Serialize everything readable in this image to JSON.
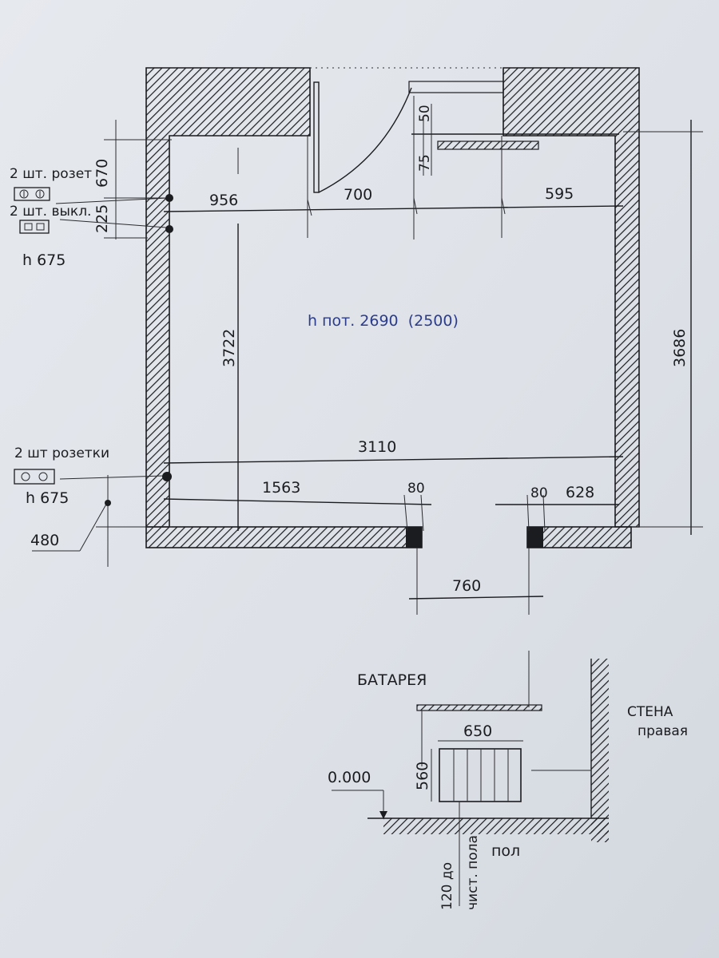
{
  "plan": {
    "left_outlets_top": {
      "line1": "2 шт. розет",
      "line2": "2 шт. выкл.",
      "height": "h 675"
    },
    "left_outlets_bottom": {
      "line1": "2 шт розетки",
      "height": "h 675"
    },
    "dims": {
      "d670": "670",
      "d225": "225",
      "d956": "956",
      "d700": "700",
      "d595": "595",
      "d50": "50",
      "d75": "75",
      "d3722": "3722",
      "d3686": "3686",
      "d3110": "3110",
      "d1563": "1563",
      "d80a": "80",
      "d80b": "80",
      "d628": "628",
      "d480": "480",
      "d760": "760"
    },
    "ceiling": {
      "label": "h пот. 2690",
      "alt": "(2500)"
    }
  },
  "radiator": {
    "title": "БАТАРЕЯ",
    "width": "650",
    "height": "560",
    "level": "0.000",
    "wall_label_1": "СТЕНА",
    "wall_label_2": "правая",
    "floor_label": "пол",
    "offset": "120 до",
    "offset_2": "чист. пола"
  },
  "colors": {
    "paper": "#dfe3e9",
    "ink": "#1b1c20",
    "blue_ink": "#2c3c8c"
  }
}
